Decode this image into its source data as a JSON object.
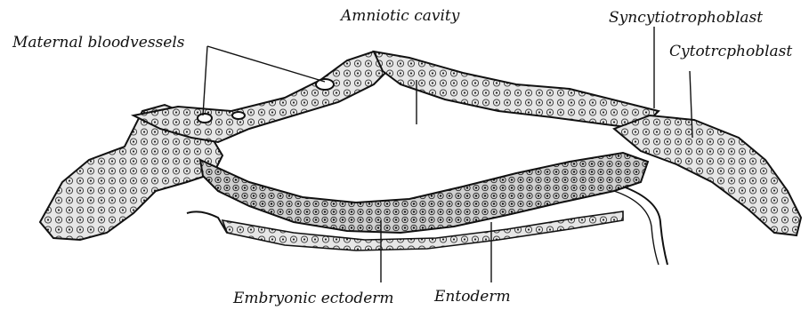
{
  "figure": {
    "labels": {
      "amniotic_cavity": "Amniotic cavity",
      "maternal_bloodvessels": "Maternal bloodvessels",
      "syncytiotrophoblast": "Syncytiotrophoblast",
      "cytotrophoblast": "Cytotrcphoblast",
      "embryonic_ectoderm": "Embryonic ectoderm",
      "entoderm": "Entoderm"
    },
    "colors": {
      "ink": "#111111",
      "tissue_fill": "#d9d9d9",
      "background": "#ffffff"
    }
  }
}
